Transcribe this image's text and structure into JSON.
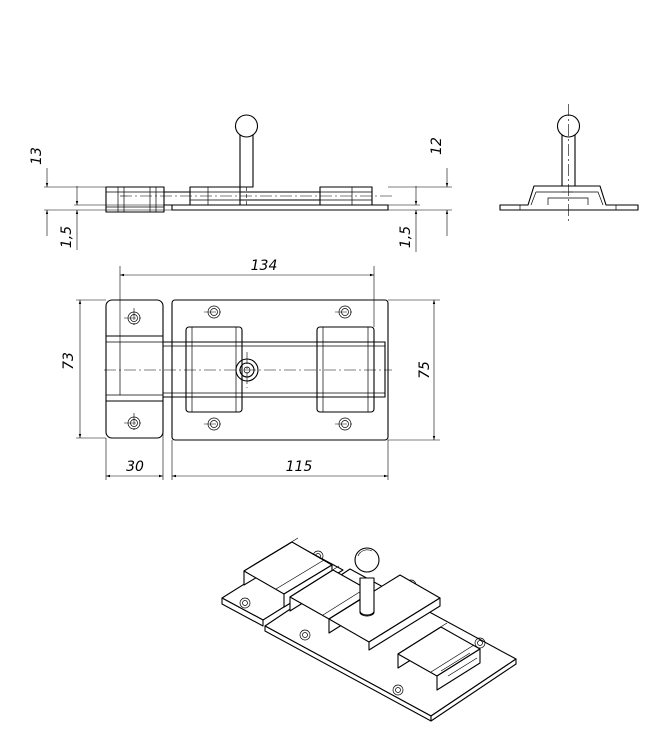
{
  "dimensions": {
    "side_height": "13",
    "side_base_thickness": "1,5",
    "right_height": "12",
    "right_base_thickness": "1,5",
    "overall_length": "134",
    "strike_height": "73",
    "plate_height": "75",
    "strike_width": "30",
    "plate_width": "115"
  }
}
